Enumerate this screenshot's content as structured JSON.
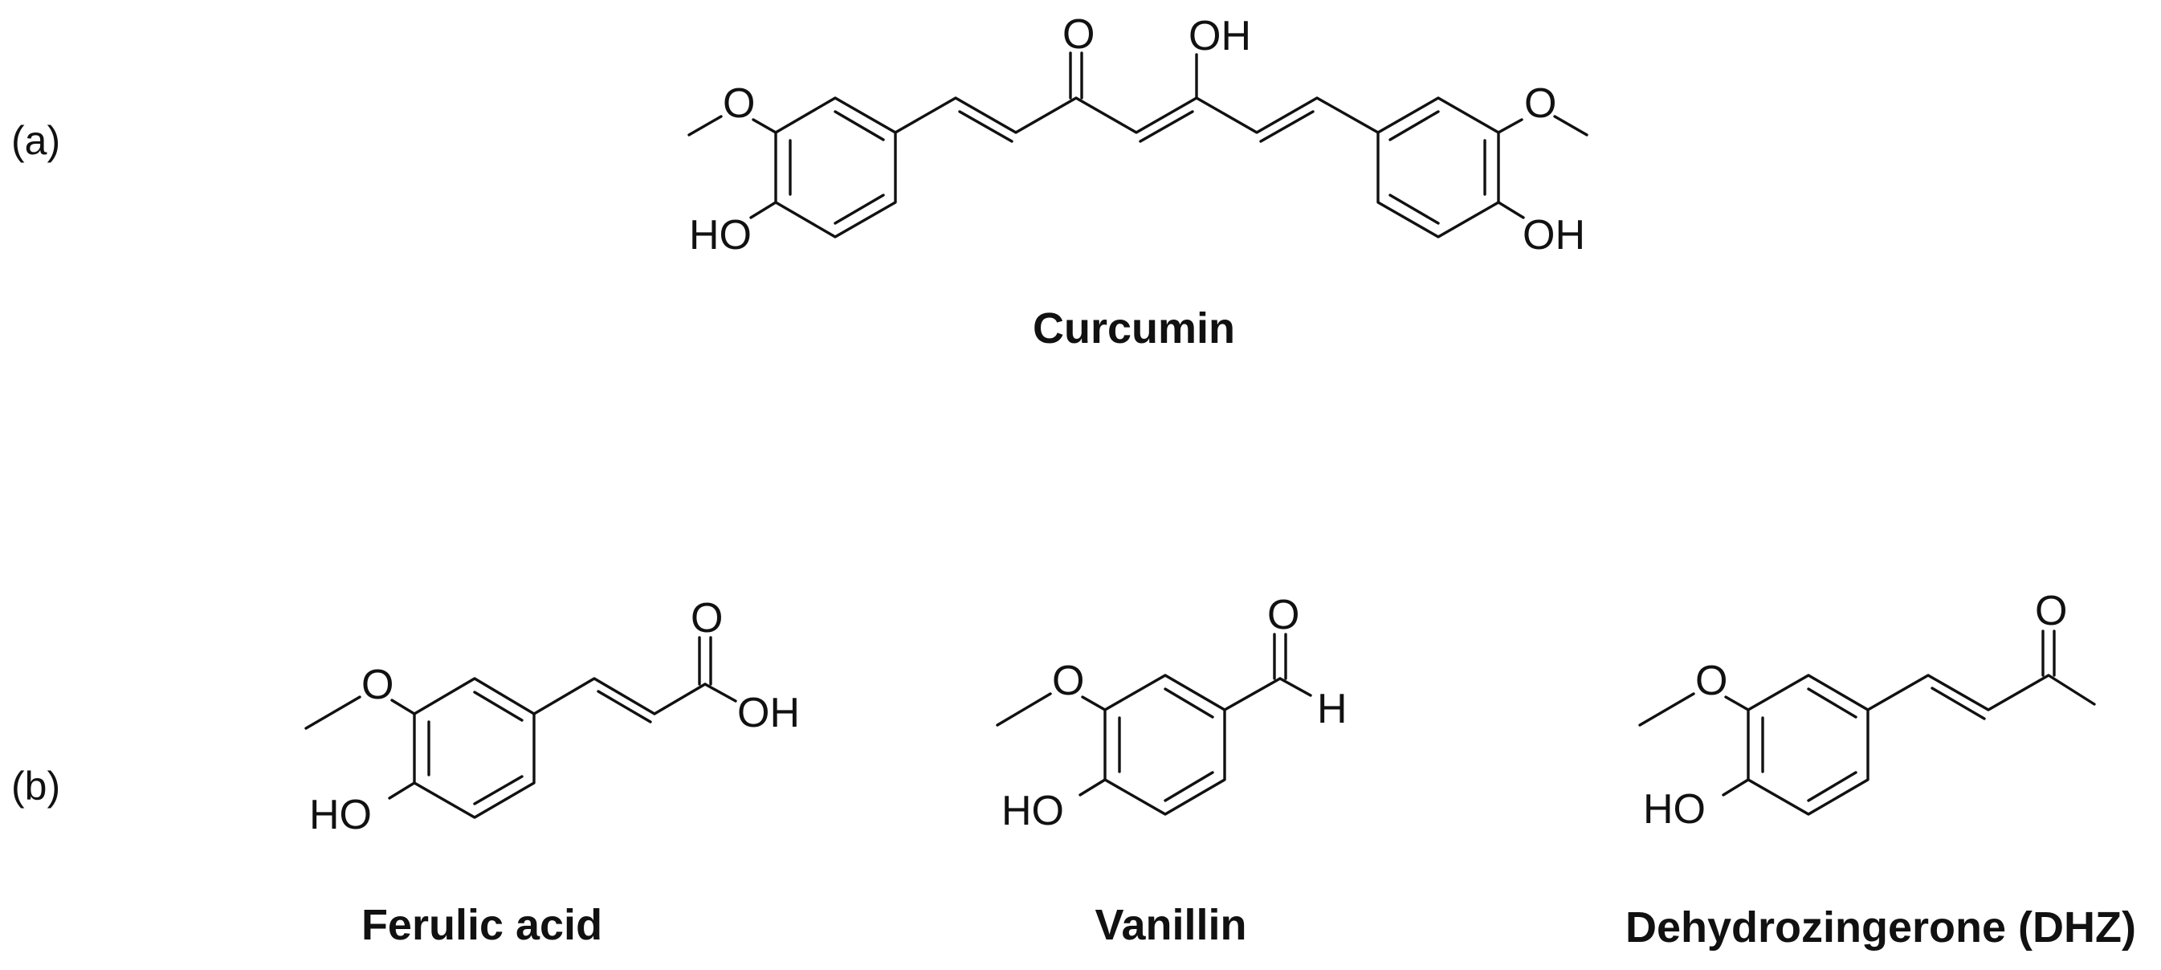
{
  "panels": {
    "a": "(a)",
    "b": "(b)"
  },
  "atoms": {
    "O": "O",
    "OH": "OH",
    "HO": "HO",
    "H": "H"
  },
  "compounds": {
    "curcumin": "Curcumin",
    "ferulic": "Ferulic acid",
    "vanillin": "Vanillin",
    "dhz": "Dehydrozingerone (DHZ)"
  },
  "colors": {
    "ink": "#111111",
    "background": "#ffffff"
  }
}
